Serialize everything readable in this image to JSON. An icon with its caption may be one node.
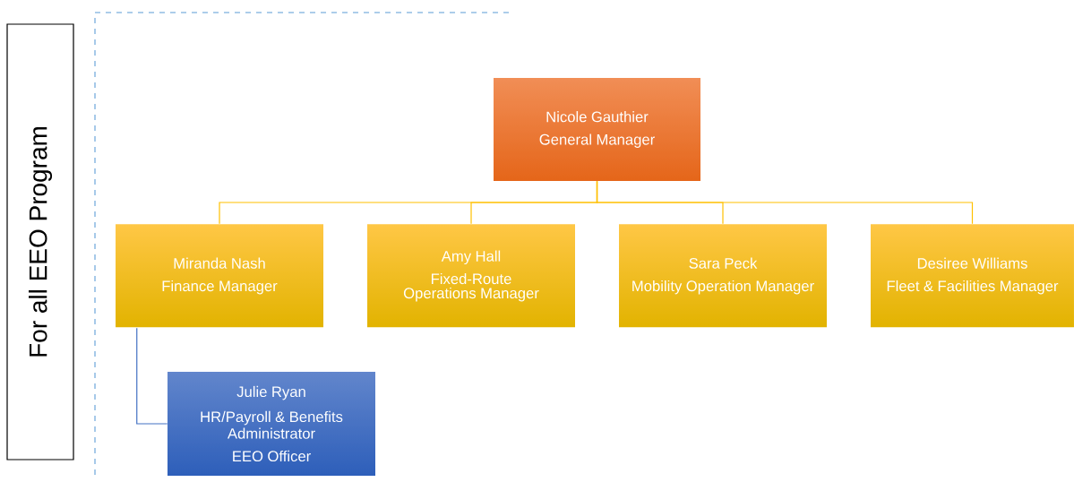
{
  "diagram": {
    "nodes": [
      {
        "text": [
          "For all EEO Program"
        ]
      },
      {
        "text": [
          "Nicole Gauthier",
          "General Manager"
        ]
      },
      {
        "text": [
          "Miranda Nash",
          "Finance Manager"
        ]
      },
      {
        "text": [
          "Amy Hall",
          "Fixed-Route Operations Manager"
        ]
      },
      {
        "text": [
          "Sara Peck",
          "Mobility Operation Manager"
        ]
      },
      {
        "text": [
          "Desiree Williams",
          "Fleet & Facilities Manager"
        ]
      },
      {
        "text": [
          "Julie Ryan",
          "HR/Payroll & Benefits Administrator",
          "EEO Officer"
        ]
      }
    ],
    "edges": [
      {
        "from": 1,
        "to": 2,
        "arrow": "none"
      },
      {
        "from": 1,
        "to": 3,
        "arrow": "none"
      },
      {
        "from": 1,
        "to": 4,
        "arrow": "none"
      },
      {
        "from": 1,
        "to": 5,
        "arrow": "none"
      },
      {
        "from": 2,
        "to": 6,
        "arrow": "none",
        "color": "#4472c4"
      }
    ]
  }
}
